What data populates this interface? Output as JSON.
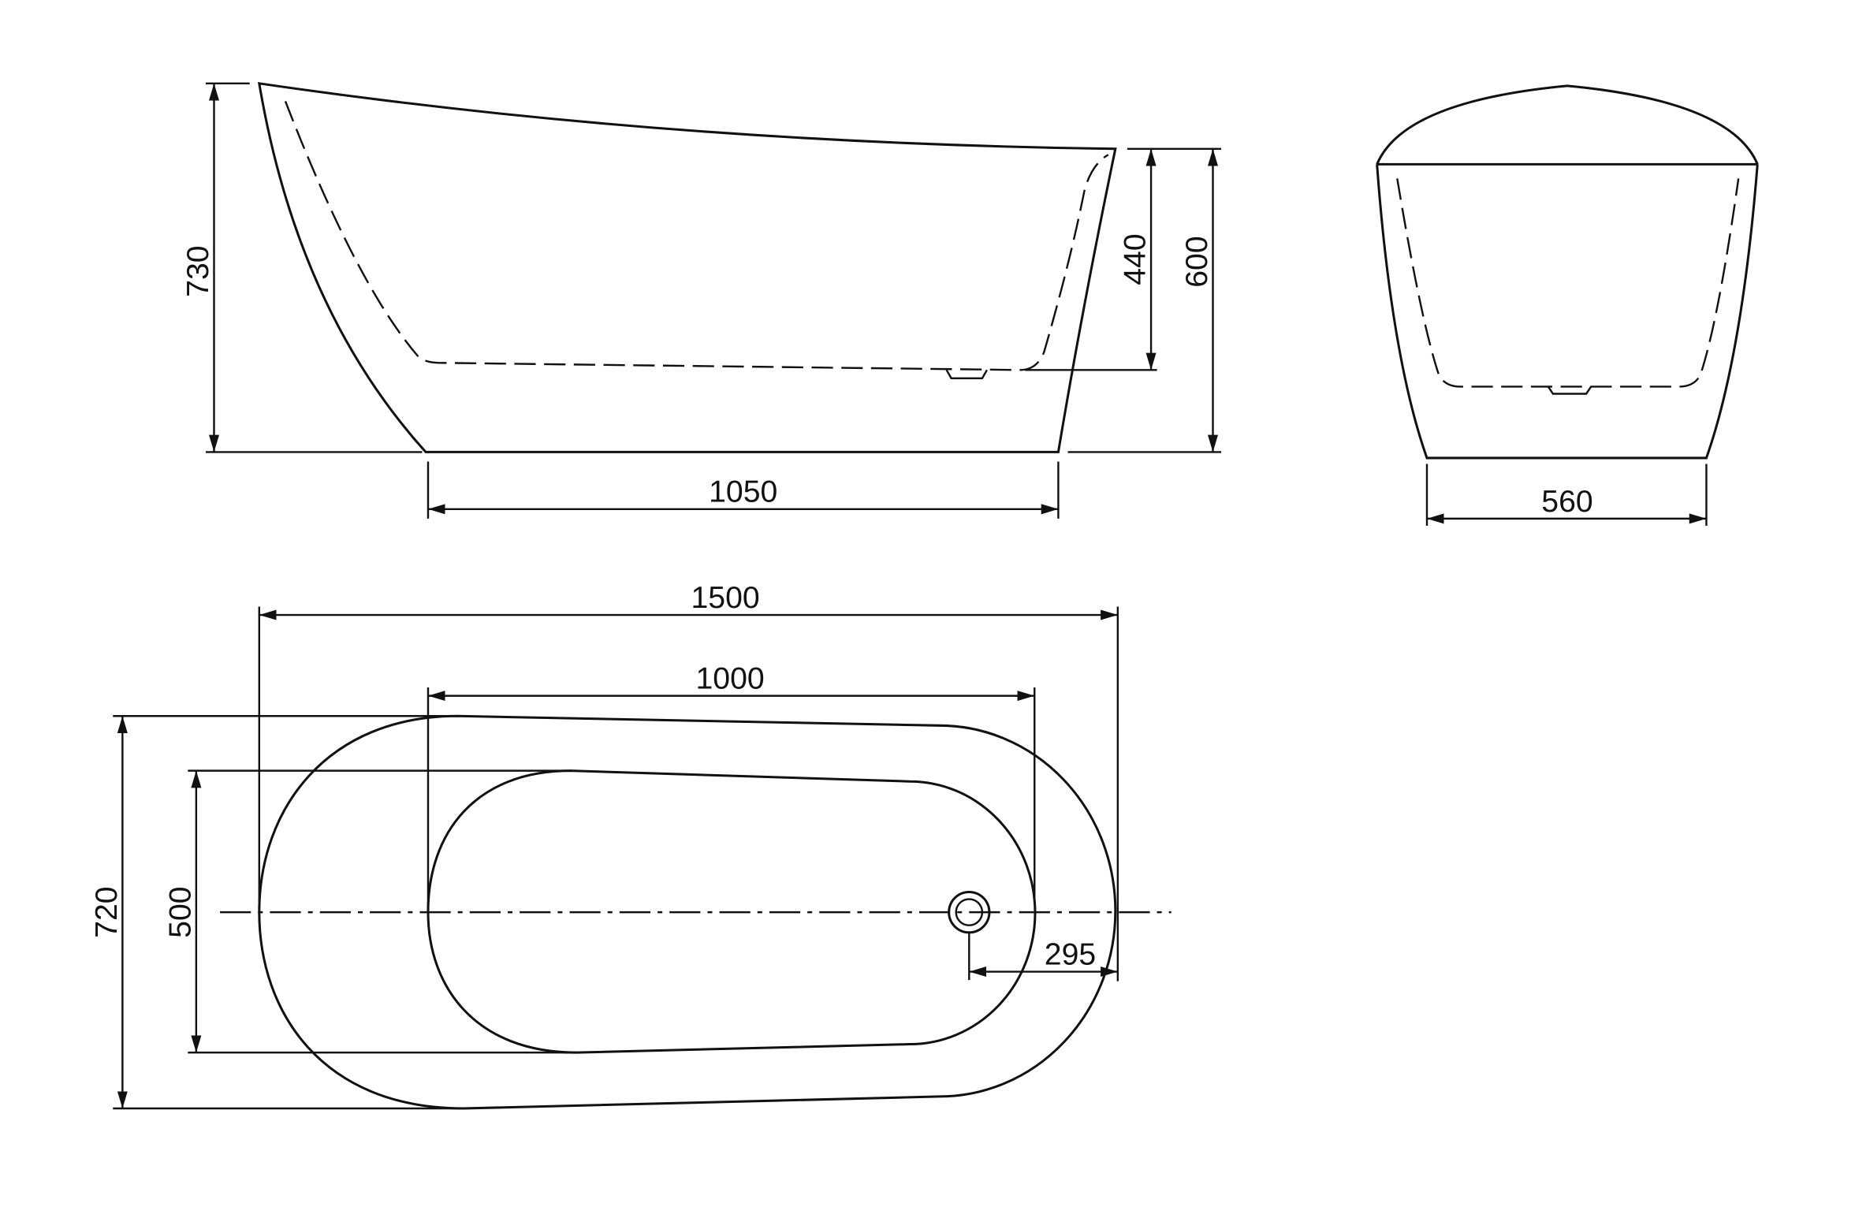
{
  "side_view": {
    "height_total": "730",
    "depth_inner": "440",
    "height_rim": "600",
    "bottom_length": "1050"
  },
  "end_view": {
    "bottom_width": "560"
  },
  "plan_view": {
    "length_total": "1500",
    "inner_length": "1000",
    "width_total": "720",
    "inner_width": "500",
    "drain_offset": "295"
  },
  "colors": {
    "line": "#111111",
    "background": "#ffffff"
  }
}
